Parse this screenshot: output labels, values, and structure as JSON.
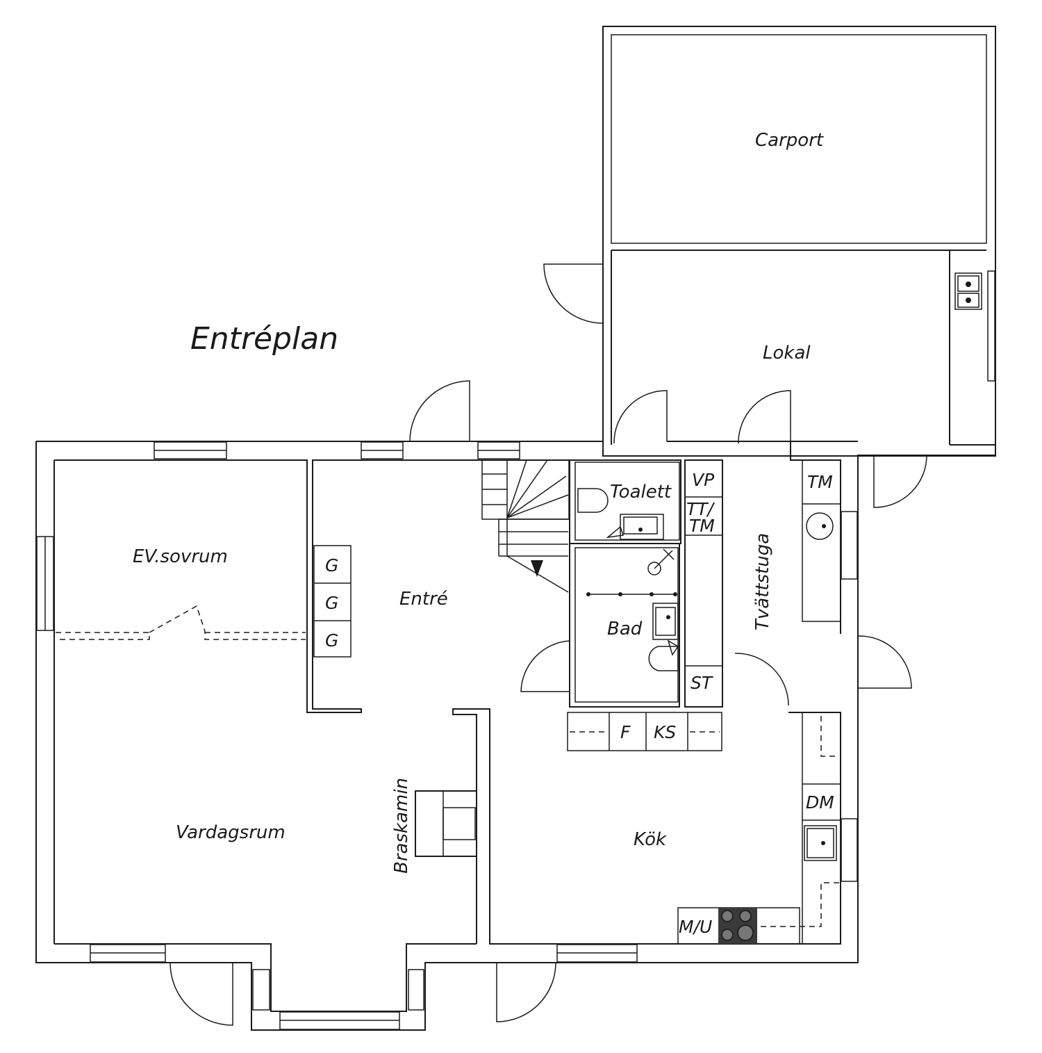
{
  "title": "Entréplan",
  "rooms": {
    "carport": "Carport",
    "lokal": "Lokal",
    "toalett": "Toalett",
    "bad": "Bad",
    "tvattstuga": "Tvättstuga",
    "ev_sovrum": "EV.sovrum",
    "entre": "Entré",
    "vardagsrum": "Vardagsrum",
    "kok": "Kök",
    "braskamin": "Braskamin"
  },
  "fixtures": {
    "vp": "VP",
    "tt_line1": "TT/",
    "tt_line2": "TM",
    "st": "ST",
    "tm": "TM",
    "dm": "DM",
    "mu": "M/U",
    "f": "F",
    "ks": "KS",
    "wardrobes": [
      "G",
      "G",
      "G"
    ]
  }
}
